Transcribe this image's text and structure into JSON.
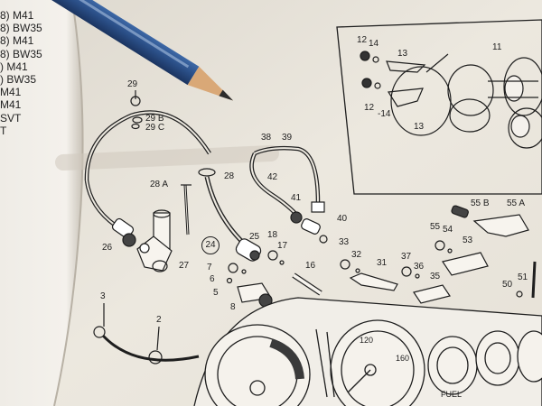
{
  "margin_lines": [
    "8) M41",
    "8) BW35",
    "8) M41",
    "8) BW35",
    ") M41",
    ") BW35",
    "M41",
    "M41",
    "SVT",
    "T"
  ],
  "labels": {
    "l12a": "12",
    "l14": "14",
    "l13a": "13",
    "l11": "11",
    "l12b": "12",
    "l14b": "-14",
    "l13b": "13",
    "l29": "29",
    "l29b": "29 B",
    "l29c": "29 C",
    "l38": "38",
    "l39": "39",
    "l42": "42",
    "l28a": "28 A",
    "l28": "28",
    "l41": "41",
    "l40": "40",
    "l26": "26",
    "l27": "27",
    "l24": "24",
    "l25": "25",
    "l18": "18",
    "l17": "17",
    "l16": "16",
    "l7": "7",
    "l6": "6",
    "l5": "5",
    "l8": "8",
    "l33": "33",
    "l32": "32",
    "l31": "31",
    "l37": "37",
    "l36": "36",
    "l35": "35",
    "l55b": "55 B",
    "l55a": "55 A",
    "l55": "55",
    "l54": "54",
    "l53": "53",
    "l50": "50",
    "l51": "51",
    "l3": "3",
    "l2": "2"
  },
  "gauge_text": {
    "g120": "120",
    "g160": "160",
    "fuel": "FUEL"
  },
  "colors": {
    "paper": "#ece8df",
    "ink": "#1e1e1e",
    "pencil_blue": "#2a4e86",
    "pencil_wood": "#d9a877",
    "shadow": "#cfc9bd"
  }
}
